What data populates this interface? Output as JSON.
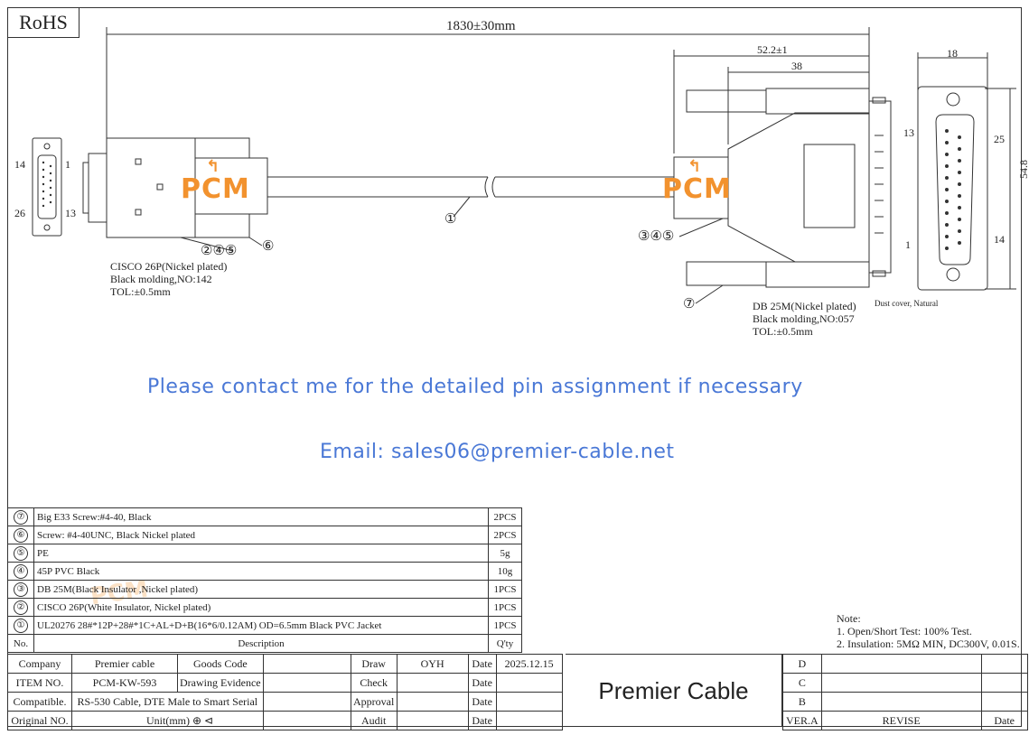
{
  "rohs": "RoHS",
  "dims": {
    "length": "1830±30mm",
    "d1": "52.2±1",
    "d2": "38",
    "d3": "18",
    "d4": "54.8"
  },
  "left_pins": {
    "p14": "14",
    "p1": "1",
    "p26": "26",
    "p13": "13"
  },
  "right_pins": {
    "p13": "13",
    "p1": "1",
    "p25": "25",
    "p14": "14"
  },
  "callouts": {
    "c1": "①",
    "c2": "②④⑤",
    "c6": "⑥",
    "c3": "③④⑤",
    "c7": "⑦"
  },
  "logo": "PCM",
  "left_spec": [
    "CISCO 26P(Nickel plated)",
    "Black molding,NO:142",
    "TOL:±0.5mm"
  ],
  "right_spec": [
    "DB 25M(Nickel plated)",
    "Black molding,NO:057",
    "TOL:±0.5mm"
  ],
  "dust_cover": "Dust cover, Natural",
  "message": "Please contact me for the detailed pin assignment if necessary",
  "email": "Email: sales06@premier-cable.net",
  "bom": [
    {
      "no": "⑦",
      "desc": "Big E33 Screw:#4-40, Black",
      "qty": "2PCS"
    },
    {
      "no": "⑥",
      "desc": "Screw: #4-40UNC, Black Nickel plated",
      "qty": "2PCS"
    },
    {
      "no": "⑤",
      "desc": "PE",
      "qty": "5g"
    },
    {
      "no": "④",
      "desc": "45P PVC Black",
      "qty": "10g"
    },
    {
      "no": "③",
      "desc": "DB 25M(Black Insulator ,Nickel plated)",
      "qty": "1PCS"
    },
    {
      "no": "②",
      "desc": "CISCO 26P(White Insulator, Nickel plated)",
      "qty": "1PCS"
    },
    {
      "no": "①",
      "desc": "UL20276 28#*12P+28#*1C+AL+D+B(16*6/0.12AM) OD=6.5mm Black PVC Jacket",
      "qty": "1PCS"
    }
  ],
  "bom_header": {
    "no": "No.",
    "desc": "Description",
    "qty": "Q'ty"
  },
  "notes": [
    "Note:",
    "1. Open/Short Test: 100% Test.",
    "2. Insulation: 5MΩ  MIN, DC300V, 0.01S."
  ],
  "title_block": {
    "company_label": "Company",
    "company": "Premier cable",
    "goods_code": "Goods Code",
    "item_label": "ITEM NO.",
    "item": "PCM-KW-593",
    "drawing_evidence": "Drawing Evidence",
    "compat_label": "Compatible.",
    "compat": "RS-530 Cable, DTE Male to Smart Serial",
    "orig_label": "Original NO.",
    "unit": "Unit(mm)",
    "draw": "Draw",
    "draw_by": "OYH",
    "date_label": "Date",
    "date": "2025.12.15",
    "check": "Check",
    "approval": "Approval",
    "audit": "Audit",
    "brand": "Premier Cable"
  },
  "revision": {
    "rows": [
      "D",
      "C",
      "B"
    ],
    "ver": "VER.A",
    "revise": "REVISE",
    "date": "Date"
  }
}
